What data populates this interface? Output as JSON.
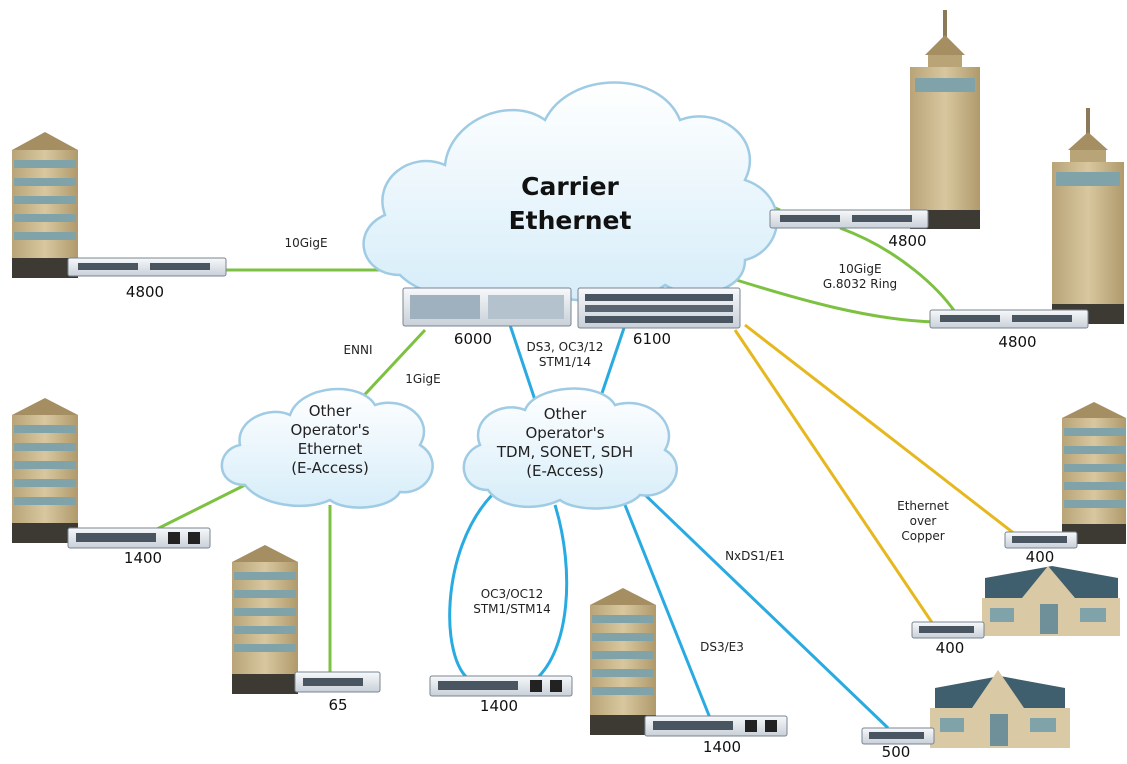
{
  "clouds": {
    "carrier": {
      "line1": "Carrier",
      "line2": "Ethernet"
    },
    "other_ethernet": {
      "line1": "Other",
      "line2": "Operator's",
      "line3": "Ethernet",
      "line4": "(E-Access)"
    },
    "other_tdm": {
      "line1": "Other",
      "line2": "Operator's",
      "line3": "TDM, SONET, SDH",
      "line4": "(E-Access)"
    }
  },
  "devices": {
    "d4800_left": "4800",
    "d6000": "6000",
    "d6100": "6100",
    "d4800_top_right": "4800",
    "d4800_right": "4800",
    "d1400_left": "1400",
    "d65": "65",
    "d1400_mid": "1400",
    "d1400_bottom": "1400",
    "d400_right": "400",
    "d400_lower": "400",
    "d500": "500"
  },
  "links": {
    "tengig_left": "10GigE",
    "enni": "ENNI",
    "onegig": "1GigE",
    "ds3_line1": "DS3, OC3/12",
    "ds3_line2": "STM1/14",
    "ring_line1": "10GigE",
    "ring_line2": "G.8032 Ring",
    "oc_line1": "OC3/OC12",
    "oc_line2": "STM1/STM14",
    "nxds1": "NxDS1/E1",
    "ds3e3": "DS3/E3",
    "eoc_line1": "Ethernet",
    "eoc_line2": "over",
    "eoc_line3": "Copper"
  },
  "colors": {
    "ethernet_link": "#7dc142",
    "tdm_link": "#29abe2",
    "copper_link": "#e6b820",
    "cloud_fill": "#e4f3fb",
    "cloud_stroke": "#9fcbe4",
    "building_wall": "#c9b48a",
    "building_window": "#7fa3a8",
    "house_roof": "#3f5f6e",
    "device_body": "#eef1f4"
  }
}
